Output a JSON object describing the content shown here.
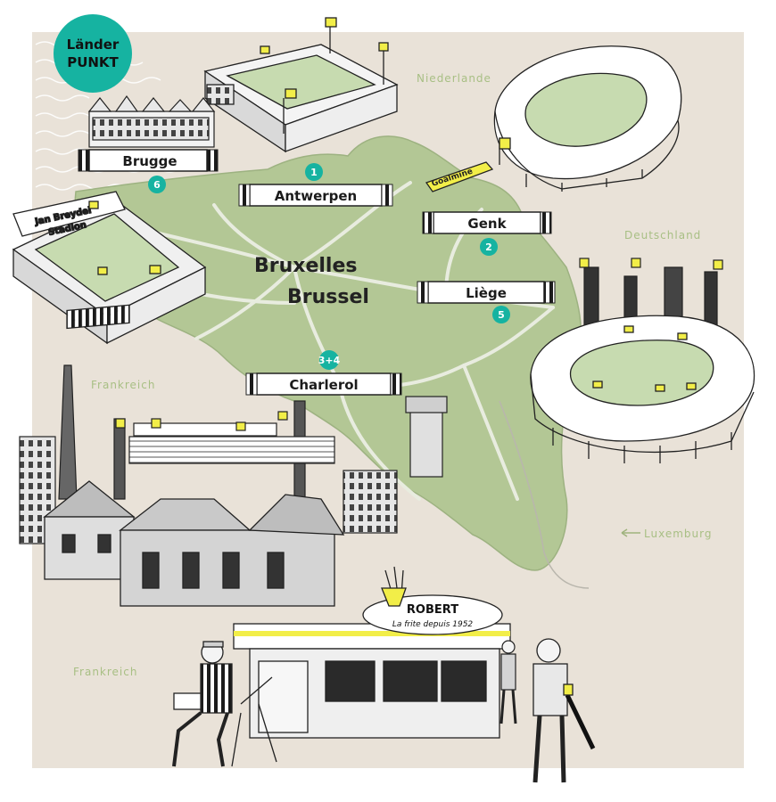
{
  "badge": {
    "line1": "Länder",
    "line2": "PUNKT"
  },
  "colors": {
    "paper": "#e9e2d8",
    "land": "#b3c795",
    "road": "#e8ecdf",
    "badge": "#16b3a1",
    "country_label": "#a8bf84",
    "pitch": "#c7dbb0",
    "yellow": "#f2ee48"
  },
  "countries": {
    "nl": "Niederlande",
    "de": "Deutschland",
    "fr1": "Frankreich",
    "fr2": "Frankreich",
    "lu": "Luxemburg"
  },
  "capital": {
    "line1": "Bruxelles",
    "line2": "Brussel"
  },
  "cities": [
    {
      "label": "Antwerpen",
      "number": "1"
    },
    {
      "label": "Genk",
      "number": "2"
    },
    {
      "label": "Charlerol",
      "number": "3+4"
    },
    {
      "label": "Liège",
      "number": "5"
    },
    {
      "label": "Brugge",
      "number": "6"
    }
  ],
  "stadium_sign": {
    "line1": "Jan Breydel",
    "line2": "Stadion"
  },
  "goalmine_sign": "Goalmine",
  "friterie": {
    "name": "ROBERT",
    "tagline": "La frite depuis 1952"
  }
}
